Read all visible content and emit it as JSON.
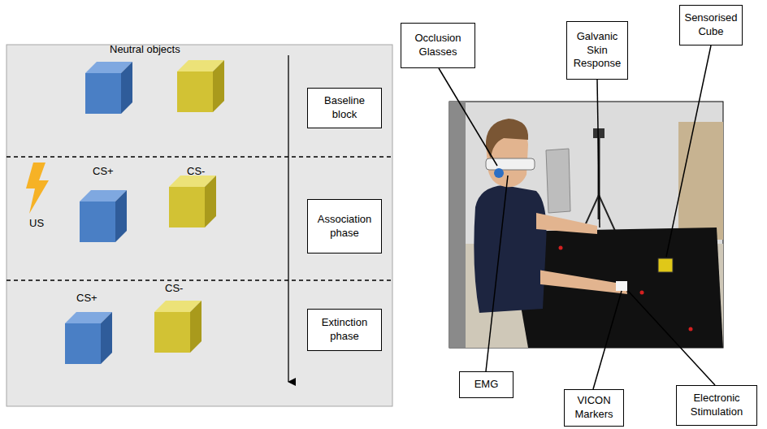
{
  "diagram": {
    "nodes": [
      {
        "text": [
          "Baseline block"
        ]
      },
      {
        "text": [
          "Association phase"
        ]
      },
      {
        "text": [
          "Extinction phase"
        ]
      },
      {
        "text": [
          "Occlusion Glasses"
        ]
      },
      {
        "text": [
          "Galvanic Skin Response"
        ]
      },
      {
        "text": [
          "Sensorised Cube"
        ]
      },
      {
        "text": [
          "EMG"
        ]
      },
      {
        "text": [
          "VICON Markers"
        ]
      },
      {
        "text": [
          "Electronic Stimulation"
        ]
      }
    ],
    "labels": [
      "Neutral objects",
      "CS+",
      "CS-",
      "US",
      "CS+",
      "CS-"
    ]
  }
}
